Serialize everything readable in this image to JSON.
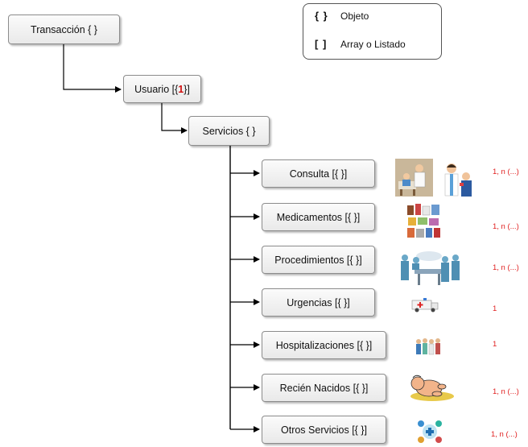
{
  "legend": {
    "object": {
      "symbol": "{ }",
      "label": "Objeto"
    },
    "array": {
      "symbol": "[ ]",
      "label": "Array o Listado"
    }
  },
  "nodes": {
    "transaccion": "Transacción {  }",
    "usuario_prefix": "Usuario [{",
    "usuario_one": "1",
    "usuario_suffix": "}]",
    "servicios": "Servicios {  }"
  },
  "services": [
    {
      "label": "Consulta [{   }]",
      "cardinality": "1, n (...)",
      "image": "doctor-consultation-illustration"
    },
    {
      "label": "Medicamentos [{  }]",
      "cardinality": "1, n (...)",
      "image": "medication-bottles-illustration"
    },
    {
      "label": "Procedimientos [{  }]",
      "cardinality": "1, n (...)",
      "image": "surgical-procedure-illustration"
    },
    {
      "label": "Urgencias [{  }]",
      "cardinality": "1",
      "image": "ambulance-emergency-illustration"
    },
    {
      "label": "Hospitalizaciones [{  }]",
      "cardinality": "1",
      "image": "hospital-staff-illustration"
    },
    {
      "label": "Recién Nacidos [{  }]",
      "cardinality": "1, n (...)",
      "image": "newborn-baby-illustration"
    },
    {
      "label": "Otros Servicios [{  }]",
      "cardinality": "1, n (...)",
      "image": "other-services-illustration"
    }
  ],
  "colors": {
    "cardinality": "#e02020",
    "node_border": "#8c8c8c",
    "connector": "#000000"
  }
}
